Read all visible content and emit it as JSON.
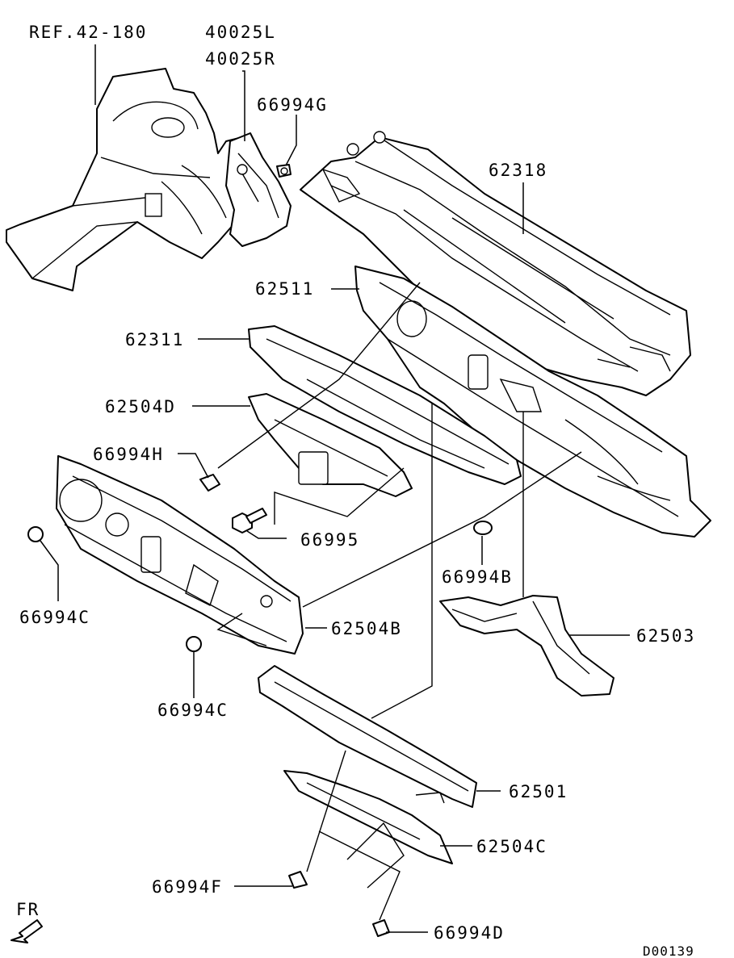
{
  "labels": {
    "ref_42_180": "REF.42-180",
    "p40025L": "40025L",
    "p40025R": "40025R",
    "p66994G": "66994G",
    "p62318": "62318",
    "p62511": "62511",
    "p62311": "62311",
    "p62504D": "62504D",
    "p66994H": "66994H",
    "p66995": "66995",
    "p66994C_left": "66994C",
    "p66994B": "66994B",
    "p62504B": "62504B",
    "p62503": "62503",
    "p66994C_bottom": "66994C",
    "p62501": "62501",
    "p62504C": "62504C",
    "p66994F": "66994F",
    "p66994D": "66994D",
    "front_indicator": "FR",
    "diagram_code": "D00139"
  },
  "colors": {
    "line": "#000000",
    "background": "#ffffff"
  },
  "icons": {
    "front_indicator": "front-arrow-icon"
  }
}
